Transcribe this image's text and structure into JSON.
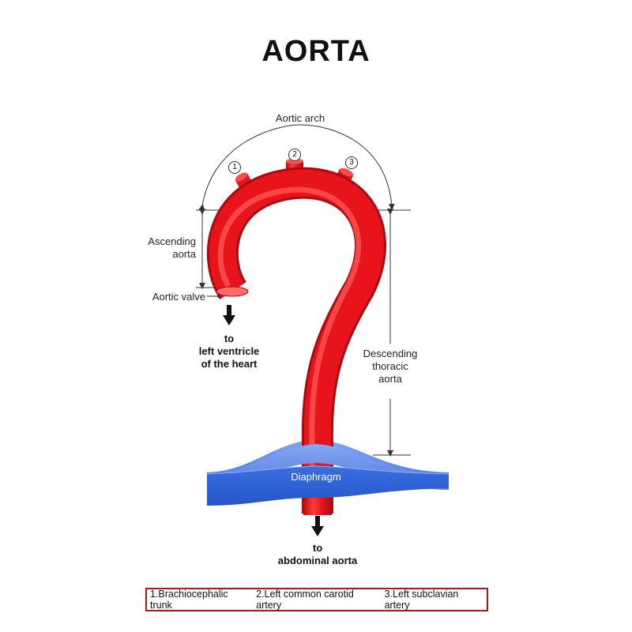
{
  "title": "AORTA",
  "labels": {
    "aortic_arch": "Aortic arch",
    "ascending_aorta": [
      "Ascending",
      "aorta"
    ],
    "aortic_valve": "Aortic valve",
    "to_left_ventricle": [
      "to",
      "left ventricle",
      "of the heart"
    ],
    "descending_thoracic_aorta": [
      "Descending",
      "thoracic",
      "aorta"
    ],
    "diaphragm": "Diaphragm",
    "to_abdominal_aorta": [
      "to",
      "abdominal aorta"
    ]
  },
  "branch_numbers": [
    "1",
    "2",
    "3"
  ],
  "legend": [
    "1.Brachiocephalic trunk",
    "2.Left common carotid artery",
    "3.Left subclavian artery"
  ],
  "colors": {
    "aorta": "#e8141c",
    "aorta_highlight": "#ff5a5a",
    "aorta_shadow": "#a80c12",
    "diaphragm_top": "#5a86e8",
    "diaphragm_front": "#2f63d8",
    "legend_border": "#a11a22"
  }
}
